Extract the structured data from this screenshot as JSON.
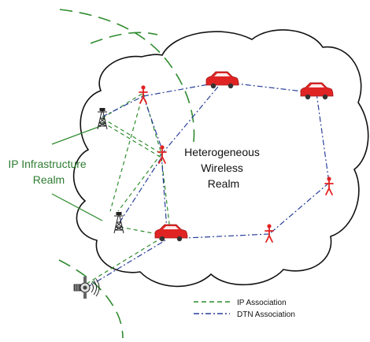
{
  "diagram": {
    "realm_label_lines": [
      "Heterogeneous",
      "Wireless",
      "Realm"
    ],
    "infra_label_lines": [
      "IP Infrastructure",
      "Realm"
    ],
    "legend": {
      "ip_label": "IP Association",
      "dtn_label": "DTN Association"
    },
    "colors": {
      "ip": "#2e8b2e",
      "dtn": "#2a3f9a",
      "node": "#e22222",
      "infra_text": "#2e7d32",
      "realm_text": "#111111"
    }
  }
}
